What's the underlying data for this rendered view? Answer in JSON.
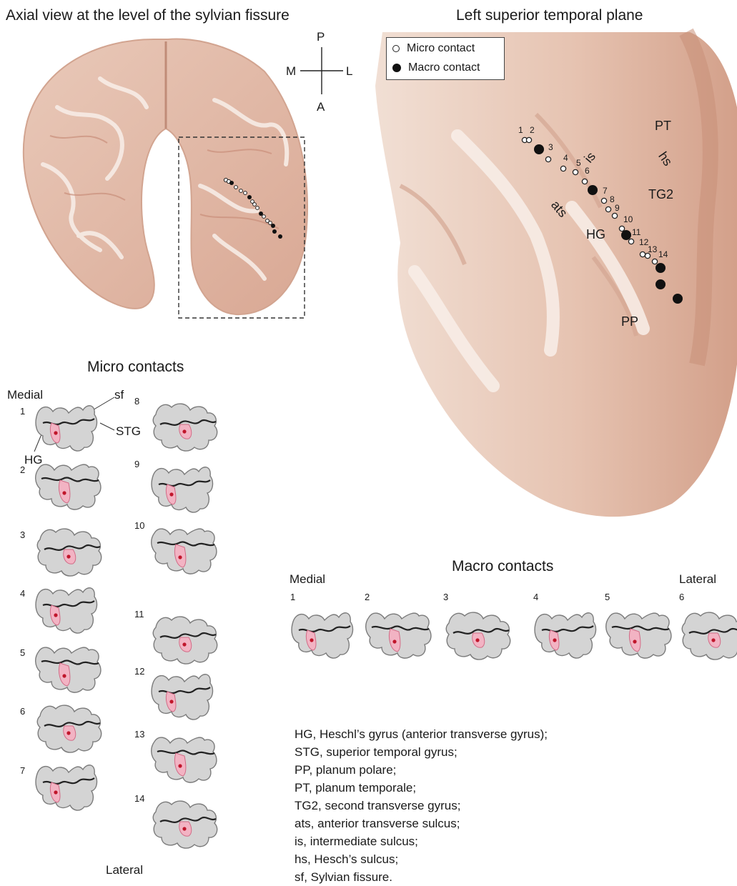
{
  "axial": {
    "title": "Axial view at the level of the sylvian fissure",
    "orientation": {
      "posterior": "P",
      "anterior": "A",
      "medial": "M",
      "lateral": "L"
    }
  },
  "temporal": {
    "title": "Left superior temporal plane",
    "legend": {
      "micro": "Micro contact",
      "macro": "Macro contact"
    },
    "labels": {
      "pt": "PT",
      "hs": "hs",
      "tg2": "TG2",
      "is": "is",
      "ats": "ats",
      "hg": "HG",
      "pp": "PP"
    },
    "micro_numbers": [
      "1",
      "2",
      "3",
      "4",
      "5",
      "6",
      "7",
      "8",
      "9",
      "10",
      "11",
      "12",
      "13",
      "14"
    ]
  },
  "micro_panel": {
    "title": "Micro contacts",
    "medial": "Medial",
    "lateral": "Lateral",
    "sf": "sf",
    "stg": "STG",
    "hg": "HG",
    "numbers": [
      "1",
      "2",
      "3",
      "4",
      "5",
      "6",
      "7",
      "8",
      "9",
      "10",
      "11",
      "12",
      "13",
      "14"
    ]
  },
  "macro_panel": {
    "title": "Macro contacts",
    "medial": "Medial",
    "lateral": "Lateral",
    "numbers": [
      "1",
      "2",
      "3",
      "4",
      "5",
      "6"
    ]
  },
  "abbreviations": [
    "HG, Heschl’s gyrus (anterior transverse gyrus);",
    "STG, superior temporal gyrus;",
    "PP, planum polare;",
    "PT, planum temporale;",
    "TG2, second transverse gyrus;",
    "ats, anterior transverse sulcus;",
    "is, intermediate sulcus;",
    "hs, Hesch’s sulcus;",
    "sf, Sylvian fissure."
  ],
  "colors": {
    "tissue": "#e3bba8",
    "tissue_dark": "#c99680",
    "section_gray": "#d4d4d4",
    "hg_pink": "#f2b3c3",
    "contact_red": "#c0162b"
  }
}
